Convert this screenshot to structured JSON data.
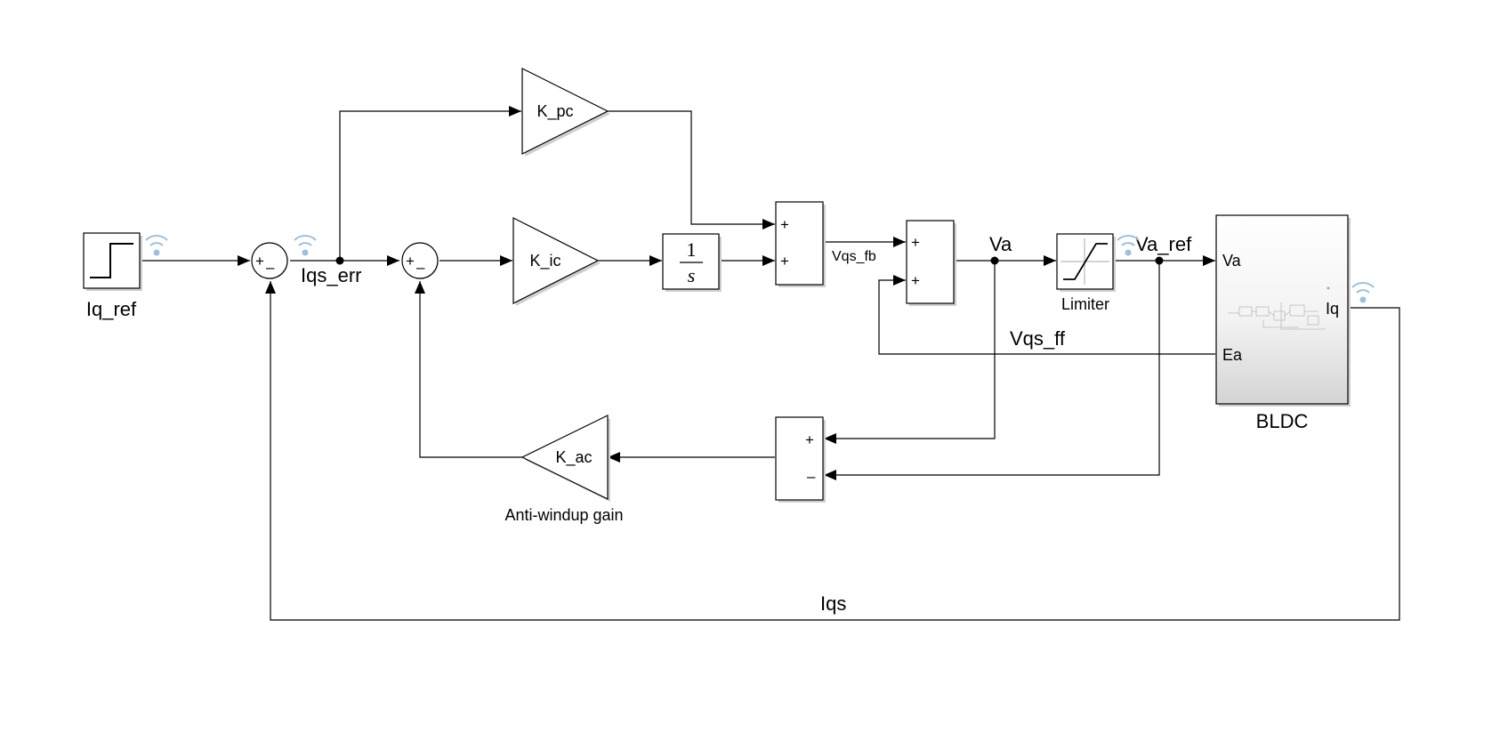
{
  "blocks": {
    "step": {
      "label": "Iq_ref"
    },
    "sum1": {
      "sign_top": "+",
      "sign_bottom": "–"
    },
    "sum2": {
      "sign_top": "+",
      "sign_bottom": "–"
    },
    "gain_pc": {
      "label": "K_pc"
    },
    "gain_ic": {
      "label": "K_ic"
    },
    "integrator": {
      "numerator": "1",
      "denominator": "s"
    },
    "sum3": {
      "sign_top": "+",
      "sign_bottom": "+"
    },
    "sum4": {
      "sign_top": "+",
      "sign_bottom": "+"
    },
    "saturation": {
      "label": "Limiter"
    },
    "bldc": {
      "label": "BLDC",
      "port_va": "Va",
      "port_ea": "Ea",
      "port_iq": "Iq"
    },
    "sum5": {
      "sign_top": "+",
      "sign_bottom": "–"
    },
    "gain_ac": {
      "label": "K_ac",
      "caption": "Anti-windup gain"
    }
  },
  "signals": {
    "iqs_err": "Iqs_err",
    "vqs_fb": "Vqs_fb",
    "va": "Va",
    "va_ref": "Va_ref",
    "vqs_ff": "Vqs_ff",
    "iqs": "Iqs"
  },
  "colors": {
    "signal_icon": "#9ec0dc",
    "bldc_gradient_top": "#ffffff",
    "bldc_gradient_bottom": "#d8d8d8"
  }
}
